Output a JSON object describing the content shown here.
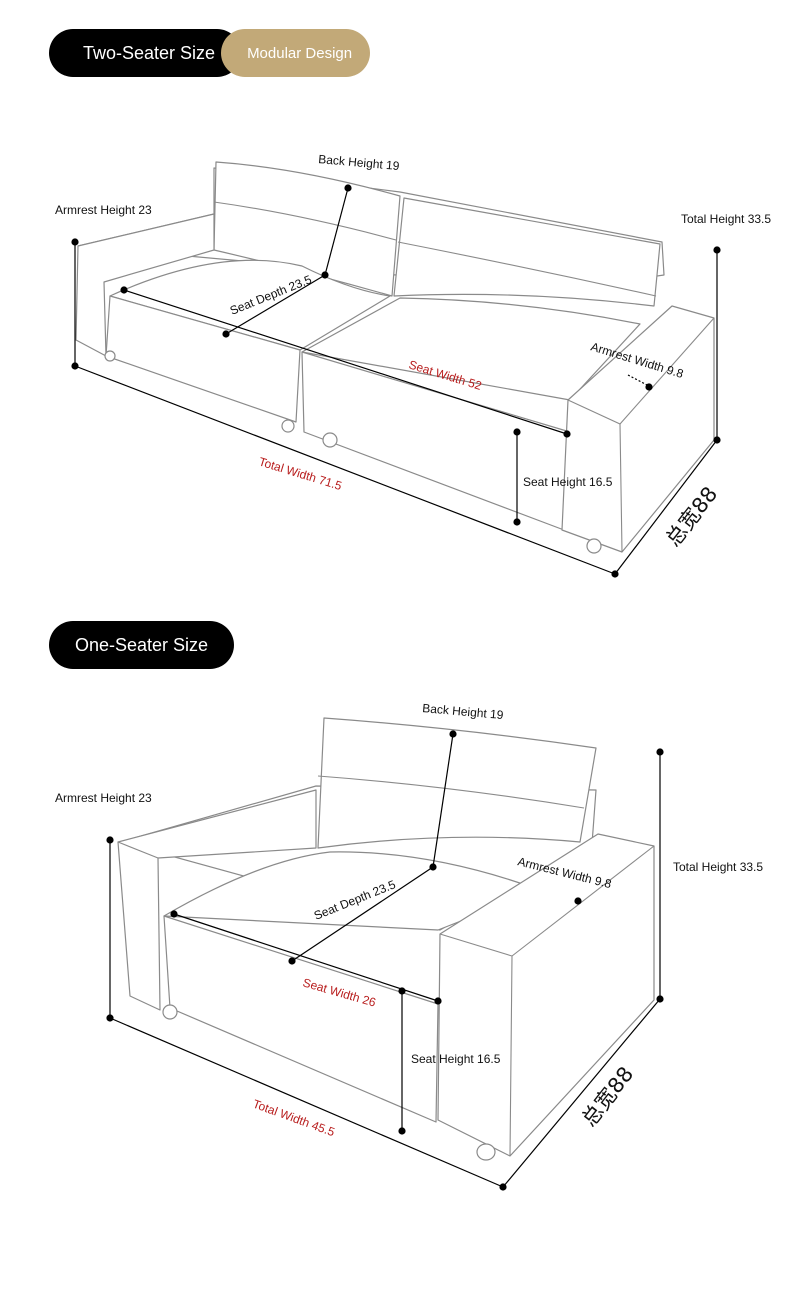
{
  "two_seater": {
    "title": "Two-Seater Size",
    "tag": "Modular Design",
    "labels": {
      "back_height": "Back Height 19",
      "armrest_height": "Armrest Height 23",
      "total_height": "Total Height 33.5",
      "seat_depth": "Seat Depth 23.5",
      "armrest_width": "Armrest Width 9.8",
      "seat_width": "Seat Width 52",
      "seat_height": "Seat Height 16.5",
      "total_width": "Total Width 71.5",
      "total_depth": "总宽88"
    }
  },
  "one_seater": {
    "title": "One-Seater Size",
    "labels": {
      "back_height": "Back Height 19",
      "armrest_height": "Armrest Height 23",
      "total_height": "Total Height 33.5",
      "seat_depth": "Seat Depth 23.5",
      "armrest_width": "Armrest Width 9.8",
      "seat_width": "Seat Width 26",
      "seat_height": "Seat Height 16.5",
      "total_width": "Total Width 45.5",
      "total_depth": "总宽88"
    }
  },
  "colors": {
    "pill_dark": "#000000",
    "pill_gold": "#c2a978",
    "highlight_text": "#b81d1d"
  }
}
